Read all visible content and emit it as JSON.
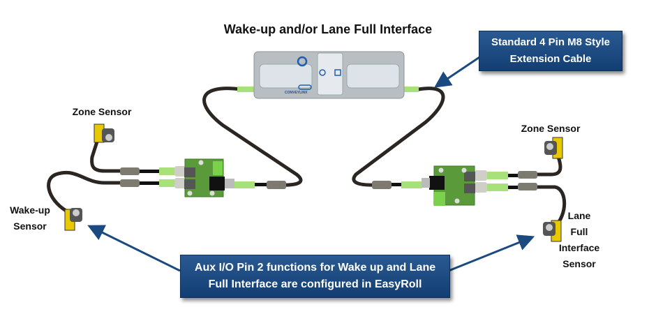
{
  "title": "Wake-up and/or Lane Full Interface",
  "callouts": {
    "extension_cable": [
      "Standard 4 Pin M8 Style",
      "Extension Cable"
    ],
    "aux_io": [
      "Aux I/O Pin 2 functions for Wake up and Lane",
      "Full Interface are configured in EasyRoll"
    ]
  },
  "labels": {
    "left_zone_sensor": "Zone Sensor",
    "wake_up_sensor": [
      "Wake-up",
      "Sensor"
    ],
    "right_zone_sensor": "Zone Sensor",
    "lane_full_sensor": [
      "Lane",
      "Full",
      "Interface",
      "Sensor"
    ]
  },
  "device": {
    "brand": "CONVEYLINX"
  },
  "colors": {
    "callout_bg": "#1f4f86",
    "arrow": "#1b4a80",
    "cable": "#2b2622",
    "sleeve_green": "#a8e07a",
    "pcb": "#5a9a3a",
    "sensor": "#e8c800"
  }
}
